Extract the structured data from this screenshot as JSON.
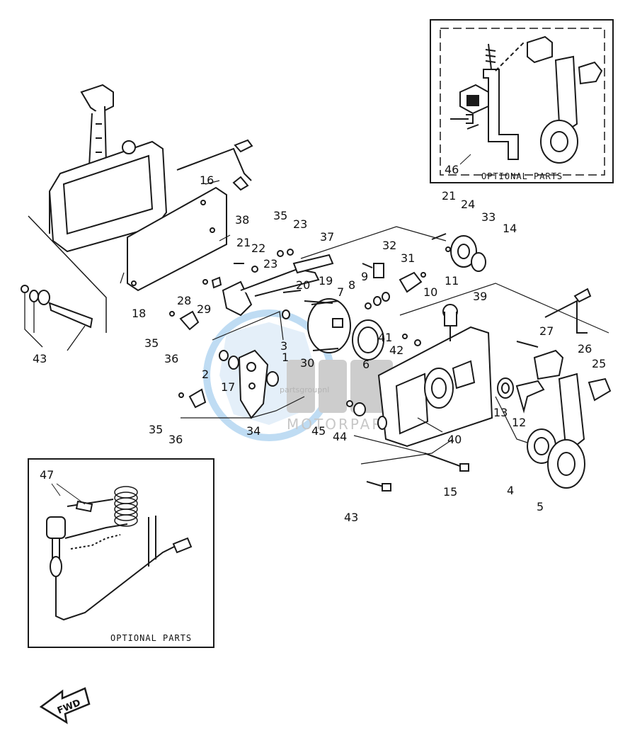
{
  "diagram": {
    "part_numbers": [
      "1",
      "2",
      "3",
      "4",
      "5",
      "6",
      "7",
      "8",
      "9",
      "10",
      "11",
      "12",
      "13",
      "14",
      "15",
      "16",
      "17",
      "18",
      "19",
      "20",
      "21",
      "22",
      "23",
      "24",
      "25",
      "26",
      "27",
      "28",
      "29",
      "30",
      "31",
      "32",
      "33",
      "34",
      "35",
      "36",
      "37",
      "38",
      "39",
      "40",
      "41",
      "42",
      "43",
      "44",
      "45",
      "46",
      "47"
    ],
    "optional_parts_top_label": "OPTIONAL PARTS",
    "optional_parts_bottom_label": "OPTIONAL PARTS",
    "fwd_label": "FWD",
    "watermark_text": "MOTORPARTS",
    "watermark_small": "partsgroupnl",
    "colors": {
      "ink": "#1a1a1a",
      "watermark_blue": "#7fb7e6",
      "watermark_gray": "#9a9a9a"
    }
  }
}
